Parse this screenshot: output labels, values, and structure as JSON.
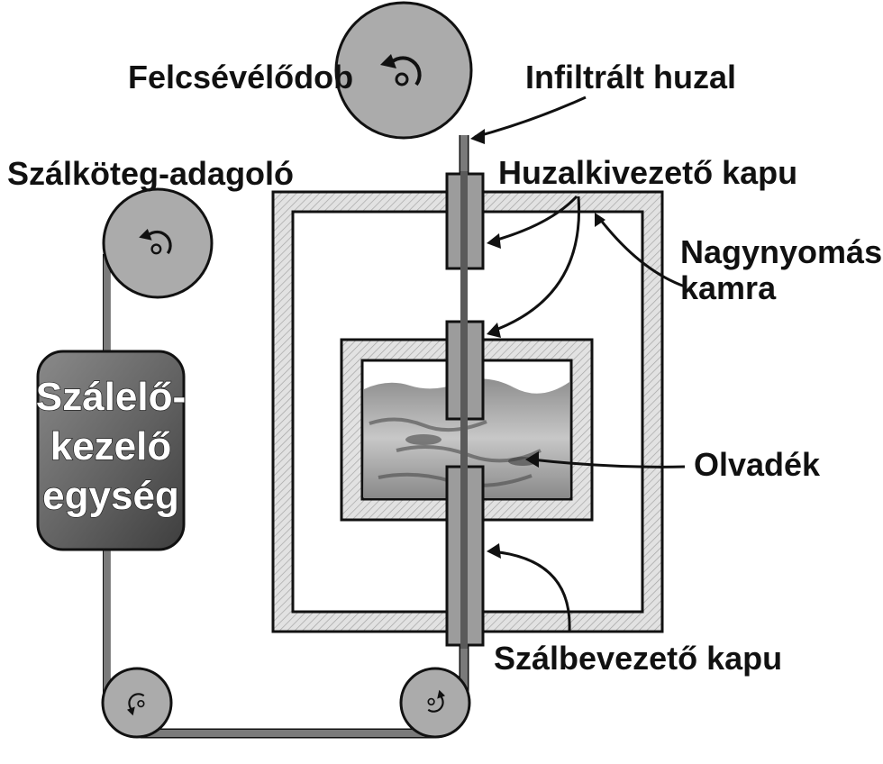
{
  "labels": {
    "take_up_drum": "Felcsévélődob",
    "infiltrated_wire": "Infiltrált huzal",
    "fiber_feeder": "Szálköteg-adagoló",
    "wire_exit_gate": "Huzalkivezető kapu",
    "high_pressure_chamber_line1": "Nagynyomású",
    "high_pressure_chamber_line2": "kamra",
    "melt": "Olvadék",
    "fiber_entry_gate": "Szálbevezető kapu",
    "pretreatment_unit": [
      "Szálelő-",
      "kezelő",
      "egység"
    ]
  },
  "colors": {
    "roller_fill": "#a9a9a9",
    "wall_fill": "#dadada",
    "gate_fill": "#9a9a9a",
    "unit_fill": "#6d6d6d",
    "line": "#111111"
  },
  "icons": {
    "roller_rotation": "rotation-arrow-icon"
  }
}
